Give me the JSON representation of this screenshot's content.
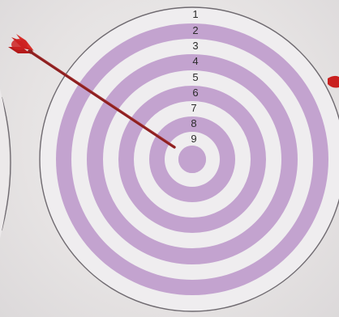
{
  "target": {
    "ring_numbers": [
      "1",
      "2",
      "3",
      "4",
      "5",
      "6",
      "7",
      "8",
      "9"
    ],
    "colors": {
      "background": "#e8e6e6",
      "ring_light": "#efedef",
      "ring_purple": "#c3a3cf",
      "outline": "#6f6a70",
      "arrow_shaft": "#8e1f1f",
      "arrow_fletching": "#c9201f"
    }
  },
  "arrows": [
    {
      "name": "arrow-in-target",
      "icon": "arrow-icon"
    },
    {
      "name": "arrow-partial-right",
      "icon": "arrow-fletching-icon"
    }
  ]
}
